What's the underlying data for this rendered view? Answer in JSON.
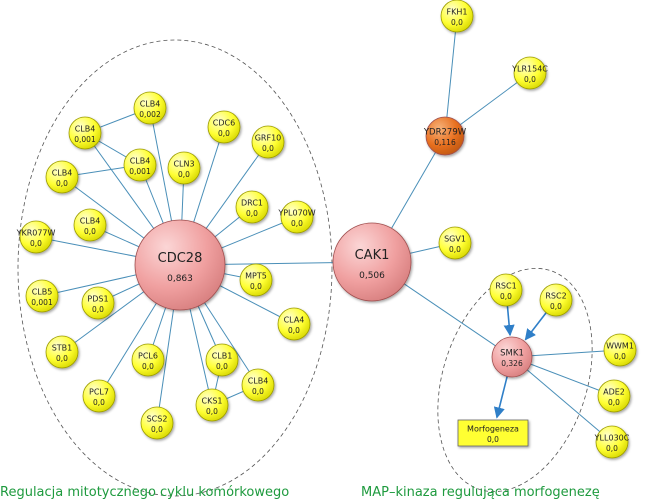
{
  "colors": {
    "small": "#ffff33",
    "hub": "#f0a0a0",
    "highlight": "#e87020",
    "edge": "#4a8fb8",
    "caption": "#1e9a3e"
  },
  "nodes": [
    {
      "id": "CDC28",
      "label": "CDC28",
      "value": "0,863",
      "kind": "hub"
    },
    {
      "id": "CAK1",
      "label": "CAK1",
      "value": "0,506",
      "kind": "hub"
    },
    {
      "id": "SMK1",
      "label": "SMK1",
      "value": "0,326",
      "kind": "mid"
    },
    {
      "id": "YDR279W",
      "label": "YDR279W",
      "value": "0,116",
      "kind": "highlight"
    },
    {
      "id": "FKH1",
      "label": "FKH1",
      "value": "0,0",
      "kind": "small"
    },
    {
      "id": "YLR154C",
      "label": "YLR154C",
      "value": "0,0",
      "kind": "small"
    },
    {
      "id": "SGV1",
      "label": "SGV1",
      "value": "0,0",
      "kind": "small"
    },
    {
      "id": "CLB4a",
      "label": "CLB4",
      "value": "0,002",
      "kind": "small"
    },
    {
      "id": "CLB4b",
      "label": "CLB4",
      "value": "0,001",
      "kind": "small"
    },
    {
      "id": "CLB4c",
      "label": "CLB4",
      "value": "0,001",
      "kind": "small"
    },
    {
      "id": "CLB4d",
      "label": "CLB4",
      "value": "0,0",
      "kind": "small"
    },
    {
      "id": "CLB4e",
      "label": "CLB4",
      "value": "0,0",
      "kind": "small"
    },
    {
      "id": "CLB4f",
      "label": "CLB4",
      "value": "0,0",
      "kind": "small"
    },
    {
      "id": "CDC6",
      "label": "CDC6",
      "value": "0,0",
      "kind": "small"
    },
    {
      "id": "GRF10",
      "label": "GRF10",
      "value": "0,0",
      "kind": "small"
    },
    {
      "id": "CLN3",
      "label": "CLN3",
      "value": "0,0",
      "kind": "small"
    },
    {
      "id": "DRC1",
      "label": "DRC1",
      "value": "0,0",
      "kind": "small"
    },
    {
      "id": "YPL070W",
      "label": "YPL070W",
      "value": "0,0",
      "kind": "small"
    },
    {
      "id": "YKR077W",
      "label": "YKR077W",
      "value": "0,0",
      "kind": "small"
    },
    {
      "id": "CLB5",
      "label": "CLB5",
      "value": "0,001",
      "kind": "small"
    },
    {
      "id": "PDS1",
      "label": "PDS1",
      "value": "0,0",
      "kind": "small"
    },
    {
      "id": "STB1",
      "label": "STB1",
      "value": "0,0",
      "kind": "small"
    },
    {
      "id": "MPT5",
      "label": "MPT5",
      "value": "0,0",
      "kind": "small"
    },
    {
      "id": "CLA4",
      "label": "CLA4",
      "value": "0,0",
      "kind": "small"
    },
    {
      "id": "PCL6",
      "label": "PCL6",
      "value": "0,0",
      "kind": "small"
    },
    {
      "id": "CLB1",
      "label": "CLB1",
      "value": "0,0",
      "kind": "small"
    },
    {
      "id": "PCL7",
      "label": "PCL7",
      "value": "0,0",
      "kind": "small"
    },
    {
      "id": "SCS2",
      "label": "SCS2",
      "value": "0,0",
      "kind": "small"
    },
    {
      "id": "CKS1",
      "label": "CKS1",
      "value": "0,0",
      "kind": "small"
    },
    {
      "id": "RSC1",
      "label": "RSC1",
      "value": "0,0",
      "kind": "small"
    },
    {
      "id": "RSC2",
      "label": "RSC2",
      "value": "0,0",
      "kind": "small"
    },
    {
      "id": "WWM1",
      "label": "WWM1",
      "value": "0,0",
      "kind": "small"
    },
    {
      "id": "ADE2",
      "label": "ADE2",
      "value": "0,0",
      "kind": "small"
    },
    {
      "id": "YLL030C",
      "label": "YLL030C",
      "value": "0,0",
      "kind": "small"
    },
    {
      "id": "Morfogeneza",
      "label": "Morfogeneza",
      "value": "0,0",
      "kind": "box"
    }
  ],
  "edges": [
    [
      "CDC28",
      "CLB4a"
    ],
    [
      "CDC28",
      "CLB4b"
    ],
    [
      "CDC28",
      "CLB4c"
    ],
    [
      "CDC28",
      "CLB4d"
    ],
    [
      "CDC28",
      "CLB4e"
    ],
    [
      "CDC28",
      "CLB4f"
    ],
    [
      "CDC28",
      "CDC6"
    ],
    [
      "CDC28",
      "GRF10"
    ],
    [
      "CDC28",
      "CLN3"
    ],
    [
      "CDC28",
      "DRC1"
    ],
    [
      "CDC28",
      "YPL070W"
    ],
    [
      "CDC28",
      "YKR077W"
    ],
    [
      "CDC28",
      "CLB5"
    ],
    [
      "CDC28",
      "PDS1"
    ],
    [
      "CDC28",
      "STB1"
    ],
    [
      "CDC28",
      "MPT5"
    ],
    [
      "CDC28",
      "CLA4"
    ],
    [
      "CDC28",
      "PCL6"
    ],
    [
      "CDC28",
      "CLB1"
    ],
    [
      "CDC28",
      "PCL7"
    ],
    [
      "CDC28",
      "SCS2"
    ],
    [
      "CDC28",
      "CKS1"
    ],
    [
      "CDC28",
      "CAK1"
    ],
    [
      "CLB4b",
      "CLB4a"
    ],
    [
      "CLB4b",
      "CLB4c"
    ],
    [
      "CLB4d",
      "CLB4c"
    ],
    [
      "CKS1",
      "CLB1"
    ],
    [
      "CKS1",
      "CLB4f"
    ],
    [
      "CAK1",
      "YDR279W"
    ],
    [
      "YDR279W",
      "FKH1"
    ],
    [
      "YDR279W",
      "YLR154C"
    ],
    [
      "CAK1",
      "SGV1"
    ],
    [
      "CAK1",
      "SMK1"
    ],
    [
      "SMK1",
      "WWM1"
    ],
    [
      "SMK1",
      "ADE2"
    ],
    [
      "SMK1",
      "YLL030C"
    ]
  ],
  "arrows": [
    [
      "RSC1",
      "SMK1"
    ],
    [
      "RSC2",
      "SMK1"
    ],
    [
      "SMK1",
      "Morfogeneza"
    ]
  ],
  "captions": {
    "left": "Regulacja mitotycznego cyklu komórkowego",
    "right": "MAP–kinaza regulująca morfogenezę"
  }
}
